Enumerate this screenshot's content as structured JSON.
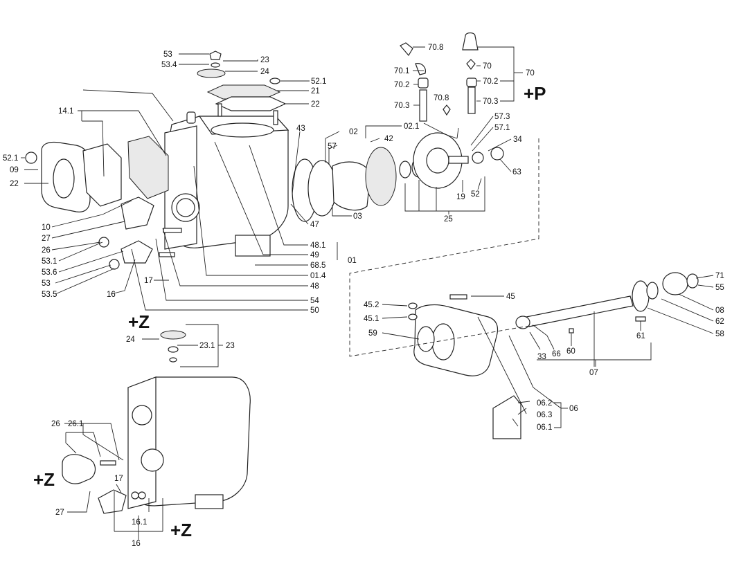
{
  "labels": {
    "l53": "53",
    "l53_4": "53.4",
    "l23": "23",
    "l24": "24",
    "l52_1a": "52.1",
    "l21": "21",
    "l22a": "22",
    "l14_1": "14.1",
    "l52_1b": "52.1",
    "l09": "09",
    "l22b": "22",
    "l43": "43",
    "l02": "02",
    "l57": "57",
    "l02_1": "02.1",
    "l42": "42",
    "l10": "10",
    "l27a": "27",
    "l26a": "26",
    "l53_1": "53.1",
    "l53_6": "53.6",
    "l53b": "53",
    "l53_5": "53.5",
    "l16a": "16",
    "l17a": "17",
    "l03": "03",
    "l47": "47",
    "l48_1": "48.1",
    "l49": "49",
    "l68_5": "68.5",
    "l01": "01",
    "l01_4": "01.4",
    "l48": "48",
    "l54": "54",
    "l50": "50",
    "l70_8a": "70.8",
    "l70_1": "70.1",
    "l70_2a": "70.2",
    "l70_3a": "70.3",
    "l70_8b": "70.8",
    "l70a": "70",
    "l70_2b": "70.2",
    "l70_3b": "70.3",
    "l70b": "70",
    "l57_3": "57.3",
    "l57_1": "57.1",
    "l34": "34",
    "l63": "63",
    "l19": "19",
    "l52": "52",
    "l25": "25",
    "l45": "45",
    "l45_2": "45.2",
    "l45_1": "45.1",
    "l59": "59",
    "l71": "71",
    "l55": "55",
    "l08": "08",
    "l62": "62",
    "l58": "58",
    "l33": "33",
    "l66": "66",
    "l60": "60",
    "l07": "07",
    "l61": "61",
    "l06_2": "06.2",
    "l06_3": "06.3",
    "l06": "06",
    "l06_1": "06.1",
    "l24b": "24",
    "l23_1": "23.1",
    "l23b": "23",
    "l26b": "26",
    "l26_1": "26.1",
    "l17b": "17",
    "l27b": "27",
    "l16_1": "16.1",
    "l16b": "16"
  },
  "callouts": {
    "plus_p": "+P",
    "plus_z_top": "+Z",
    "plus_z_left": "+Z",
    "plus_z_bottom": "+Z"
  }
}
